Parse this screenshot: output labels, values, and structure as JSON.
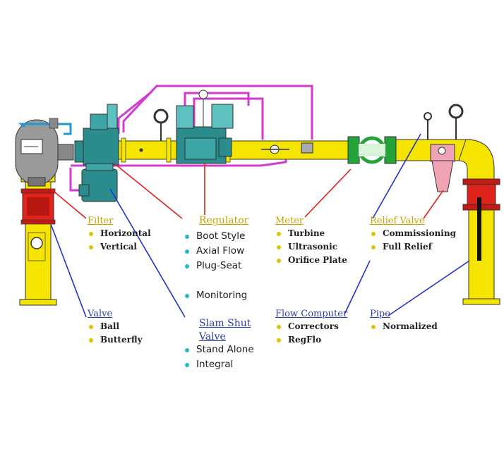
{
  "colors": {
    "pipe_yellow": "#f5e400",
    "valve_red": "#e0231b",
    "teal_equipment": "#2a8c8c",
    "magenta_line": "#d23ad1",
    "flange_green": "#23a33a",
    "pink_relief": "#f0a3b4",
    "leader_red": "#e0231b",
    "leader_blue": "#2233c9",
    "label_gold": "#c9a400",
    "label_blue": "#2b3ea8",
    "bullet_yellow": "#e0c300",
    "bullet_teal": "#2ab5c8"
  },
  "labels": {
    "filter": {
      "title": "Filter",
      "items": [
        "Horizontal",
        "Vertical"
      ]
    },
    "regulator": {
      "title": "Regulator",
      "items": [
        "Boot Style",
        "Axial Flow",
        "Plug-Seat",
        "",
        "Monitoring"
      ]
    },
    "meter": {
      "title": "Meter",
      "items": [
        "Turbine",
        "Ultrasonic",
        "Orifice Plate"
      ]
    },
    "relief_valve": {
      "title": "Relief Valve",
      "items": [
        "Commissioning",
        "Full Relief"
      ]
    },
    "valve": {
      "title": "Valve",
      "items": [
        "Ball",
        "Butterfly"
      ]
    },
    "slam_shut_valve": {
      "title_line1": "Slam Shut",
      "title_line2": "Valve",
      "items": [
        "Stand Alone",
        "Integral"
      ]
    },
    "flow_computer": {
      "title": "Flow Computer",
      "items": [
        "Correctors",
        "RegFlo"
      ]
    },
    "pipe": {
      "title": "Pipe",
      "items": [
        "Normalized"
      ]
    }
  }
}
